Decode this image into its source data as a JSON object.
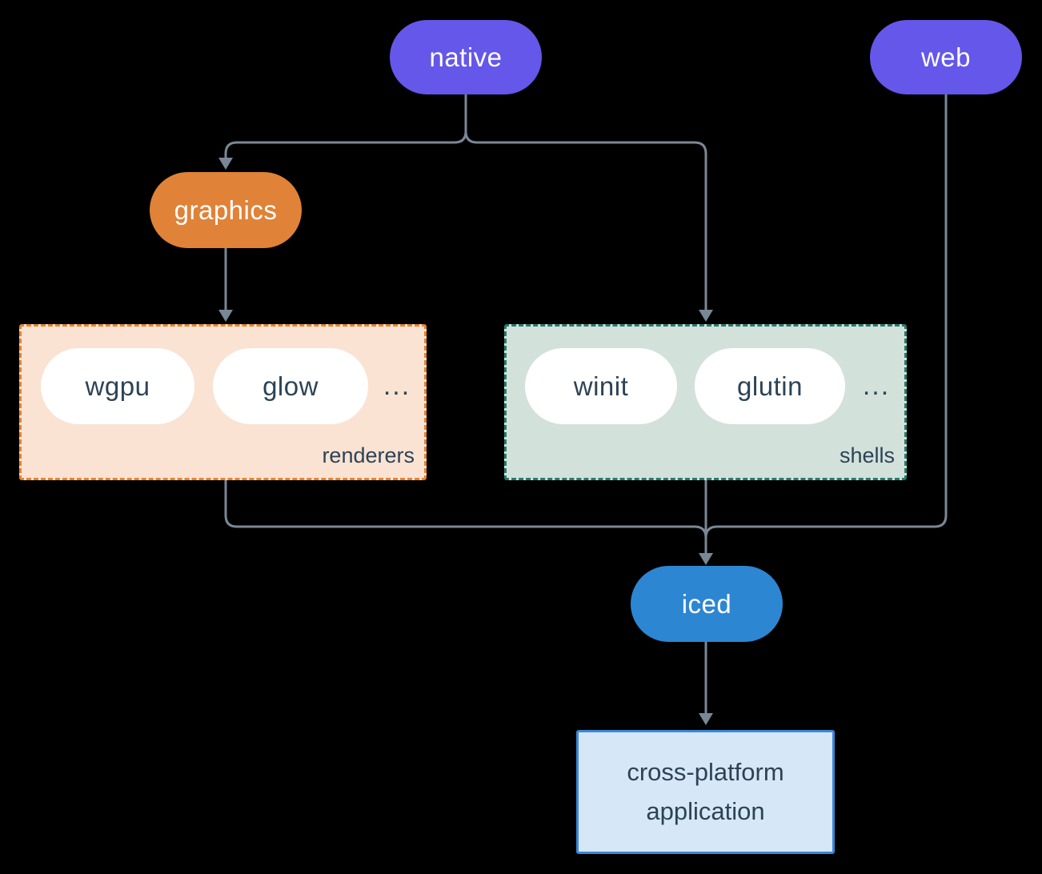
{
  "diagram": {
    "background": "#000000",
    "edge_color": "#7A8795",
    "nodes": {
      "native": {
        "label": "native",
        "color": "#6457E9",
        "text_color": "#FFFFFF"
      },
      "web": {
        "label": "web",
        "color": "#6457E9",
        "text_color": "#FFFFFF"
      },
      "graphics": {
        "label": "graphics",
        "color": "#E08237",
        "text_color": "#FFFFFF"
      },
      "iced": {
        "label": "iced",
        "color": "#2D86D2",
        "text_color": "#FFFFFF"
      },
      "application": {
        "label": "cross-platform application",
        "fill": "#D6E7F8",
        "border": "#3A87D8",
        "text_color": "#2C4356"
      }
    },
    "groups": {
      "renderers": {
        "label": "renderers",
        "items": [
          "wgpu",
          "glow"
        ],
        "ellipsis": "...",
        "fill": "#FAE3D3",
        "border": "#E8822E"
      },
      "shells": {
        "label": "shells",
        "items": [
          "winit",
          "glutin"
        ],
        "ellipsis": "...",
        "fill": "#D3E1DB",
        "border": "#267C6C"
      }
    },
    "edges": [
      {
        "from": "native",
        "to": "graphics"
      },
      {
        "from": "native",
        "to": "shells"
      },
      {
        "from": "graphics",
        "to": "renderers"
      },
      {
        "from": "renderers",
        "to": "iced"
      },
      {
        "from": "shells",
        "to": "iced"
      },
      {
        "from": "web",
        "to": "iced"
      },
      {
        "from": "iced",
        "to": "application"
      }
    ]
  }
}
